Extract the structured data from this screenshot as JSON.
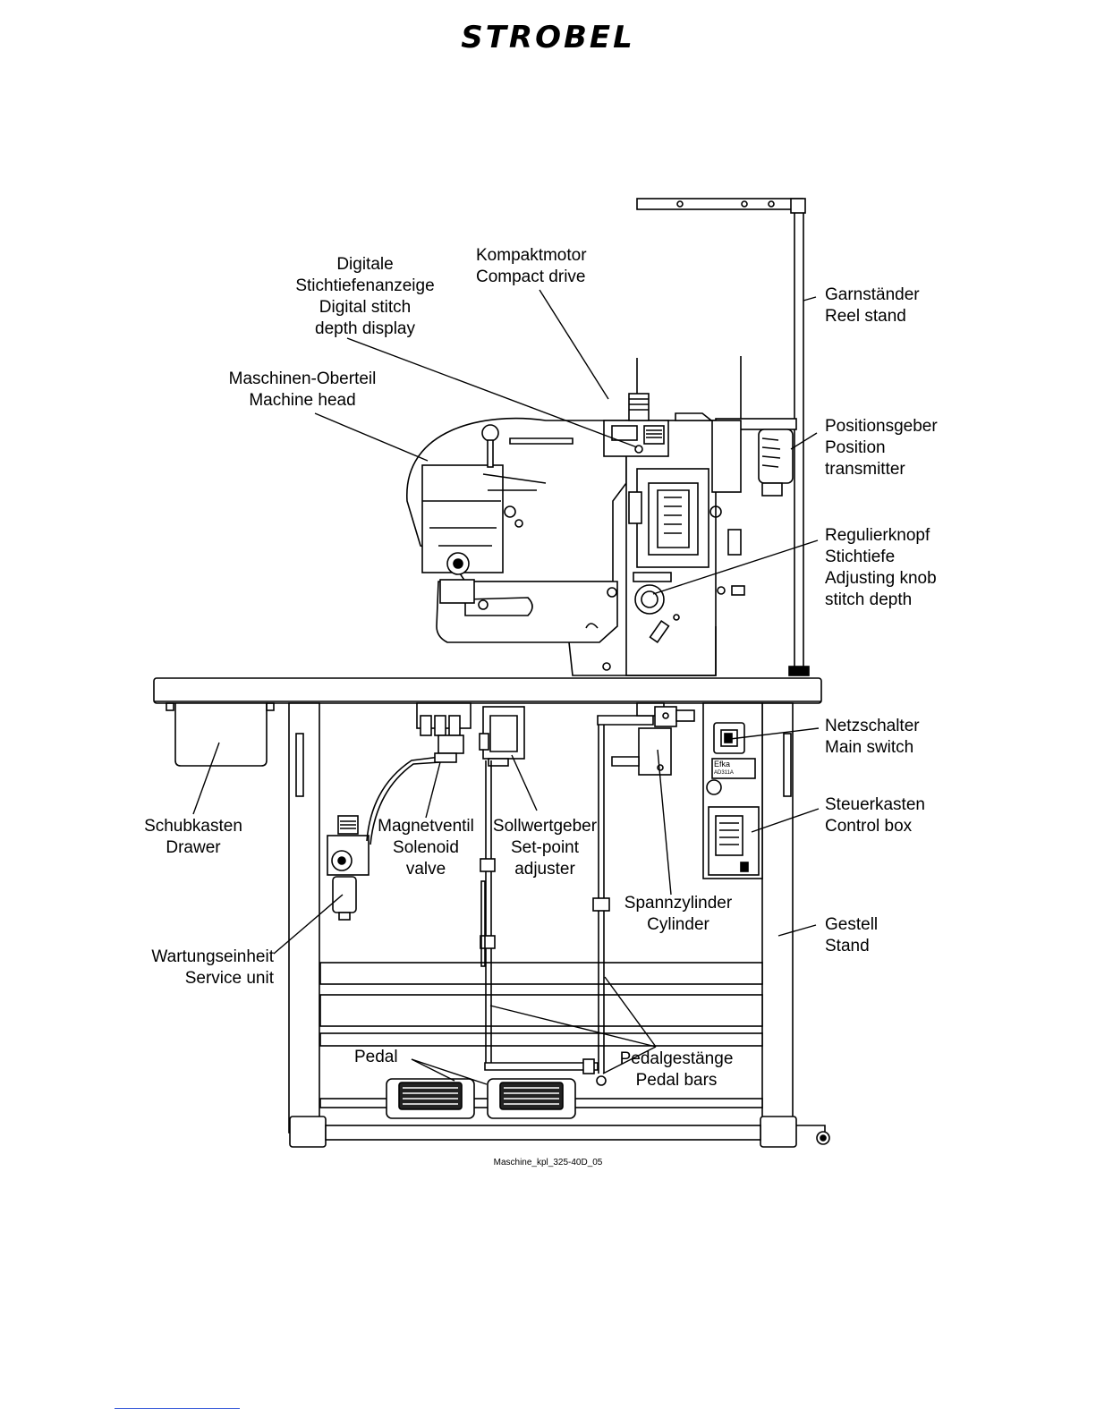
{
  "header": {
    "logo": "STROBEL"
  },
  "labels": {
    "display": [
      "Digitale",
      "Stichtiefenanzeige",
      "Digital stitch",
      "depth display"
    ],
    "motor": [
      "Kompaktmotor",
      "Compact drive"
    ],
    "head": [
      "Maschinen-Oberteil",
      "Machine head"
    ],
    "reel": [
      "Garnständer",
      "Reel stand"
    ],
    "position": [
      "Positionsgeber",
      "Position",
      "transmitter"
    ],
    "knob": [
      "Regulierknopf",
      "Stichtiefe",
      "Adjusting knob",
      "stitch depth"
    ],
    "mainswitch": [
      "Netzschalter",
      "Main switch"
    ],
    "controlbox": [
      "Steuerkasten",
      "Control box"
    ],
    "drawer": [
      "Schubkasten",
      "Drawer"
    ],
    "solenoid": [
      "Magnetventil",
      "Solenoid",
      "valve"
    ],
    "setpoint": [
      "Sollwertgeber",
      "Set-point",
      "adjuster"
    ],
    "cylinder": [
      "Spannzylinder",
      "Cylinder"
    ],
    "stand": [
      "Gestell",
      "Stand"
    ],
    "service": [
      "Wartungseinheit",
      "Service unit"
    ],
    "pedal": [
      "Pedal"
    ],
    "pedalbars": [
      "Pedalgestänge",
      "Pedal bars"
    ]
  },
  "plate": {
    "efka": "Efka",
    "model": "AD311A"
  },
  "caption": "Maschine_kpl_325-40D_05"
}
